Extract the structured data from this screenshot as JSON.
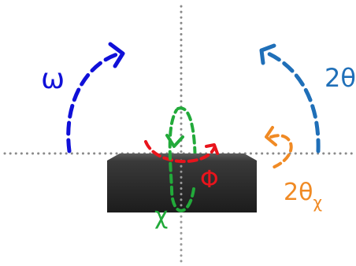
{
  "labels": {
    "omega": "ω",
    "two_theta": "2θ",
    "phi": "Φ",
    "chi": "χ",
    "two_theta_chi_main": "2θ",
    "two_theta_chi_sub": "χ"
  },
  "colors": {
    "omega": "#1010d8",
    "two_theta": "#1f6fb8",
    "phi": "#e8141c",
    "chi": "#22aa3a",
    "two_theta_chi": "#f08a24",
    "axes": "#8a8a8a",
    "sample_top": "#4a4a4a",
    "sample_front": "#262626",
    "background": "#ffffff"
  }
}
